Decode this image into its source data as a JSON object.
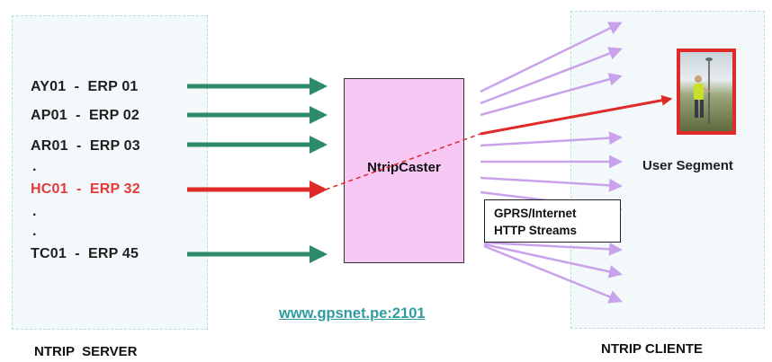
{
  "server": {
    "stations": [
      {
        "id": "AY01",
        "erp": "ERP 01",
        "highlight": false
      },
      {
        "id": "AP01",
        "erp": "ERP 02",
        "highlight": false
      },
      {
        "id": "AR01",
        "erp": "ERP 03",
        "highlight": false
      },
      {
        "id": "HC01",
        "erp": "ERP 32",
        "highlight": true
      },
      {
        "id": "TC01",
        "erp": "ERP 45",
        "highlight": false
      }
    ],
    "label": "NTRIP  SERVER"
  },
  "caster": {
    "label": "NtripCaster"
  },
  "network": {
    "line1": "GPRS/Internet",
    "line2": "HTTP Streams"
  },
  "url": "www.gpsnet.pe:2101",
  "client": {
    "user_label": "User Segment",
    "label": "NTRIP CLIENTE"
  },
  "colors": {
    "stream_arrow": "#2e8b6a",
    "highlight": "#e02a2a",
    "broadcast_arrow": "#c9a2ec",
    "caster_fill": "#f7c8f4",
    "url": "#2f9ca0"
  }
}
